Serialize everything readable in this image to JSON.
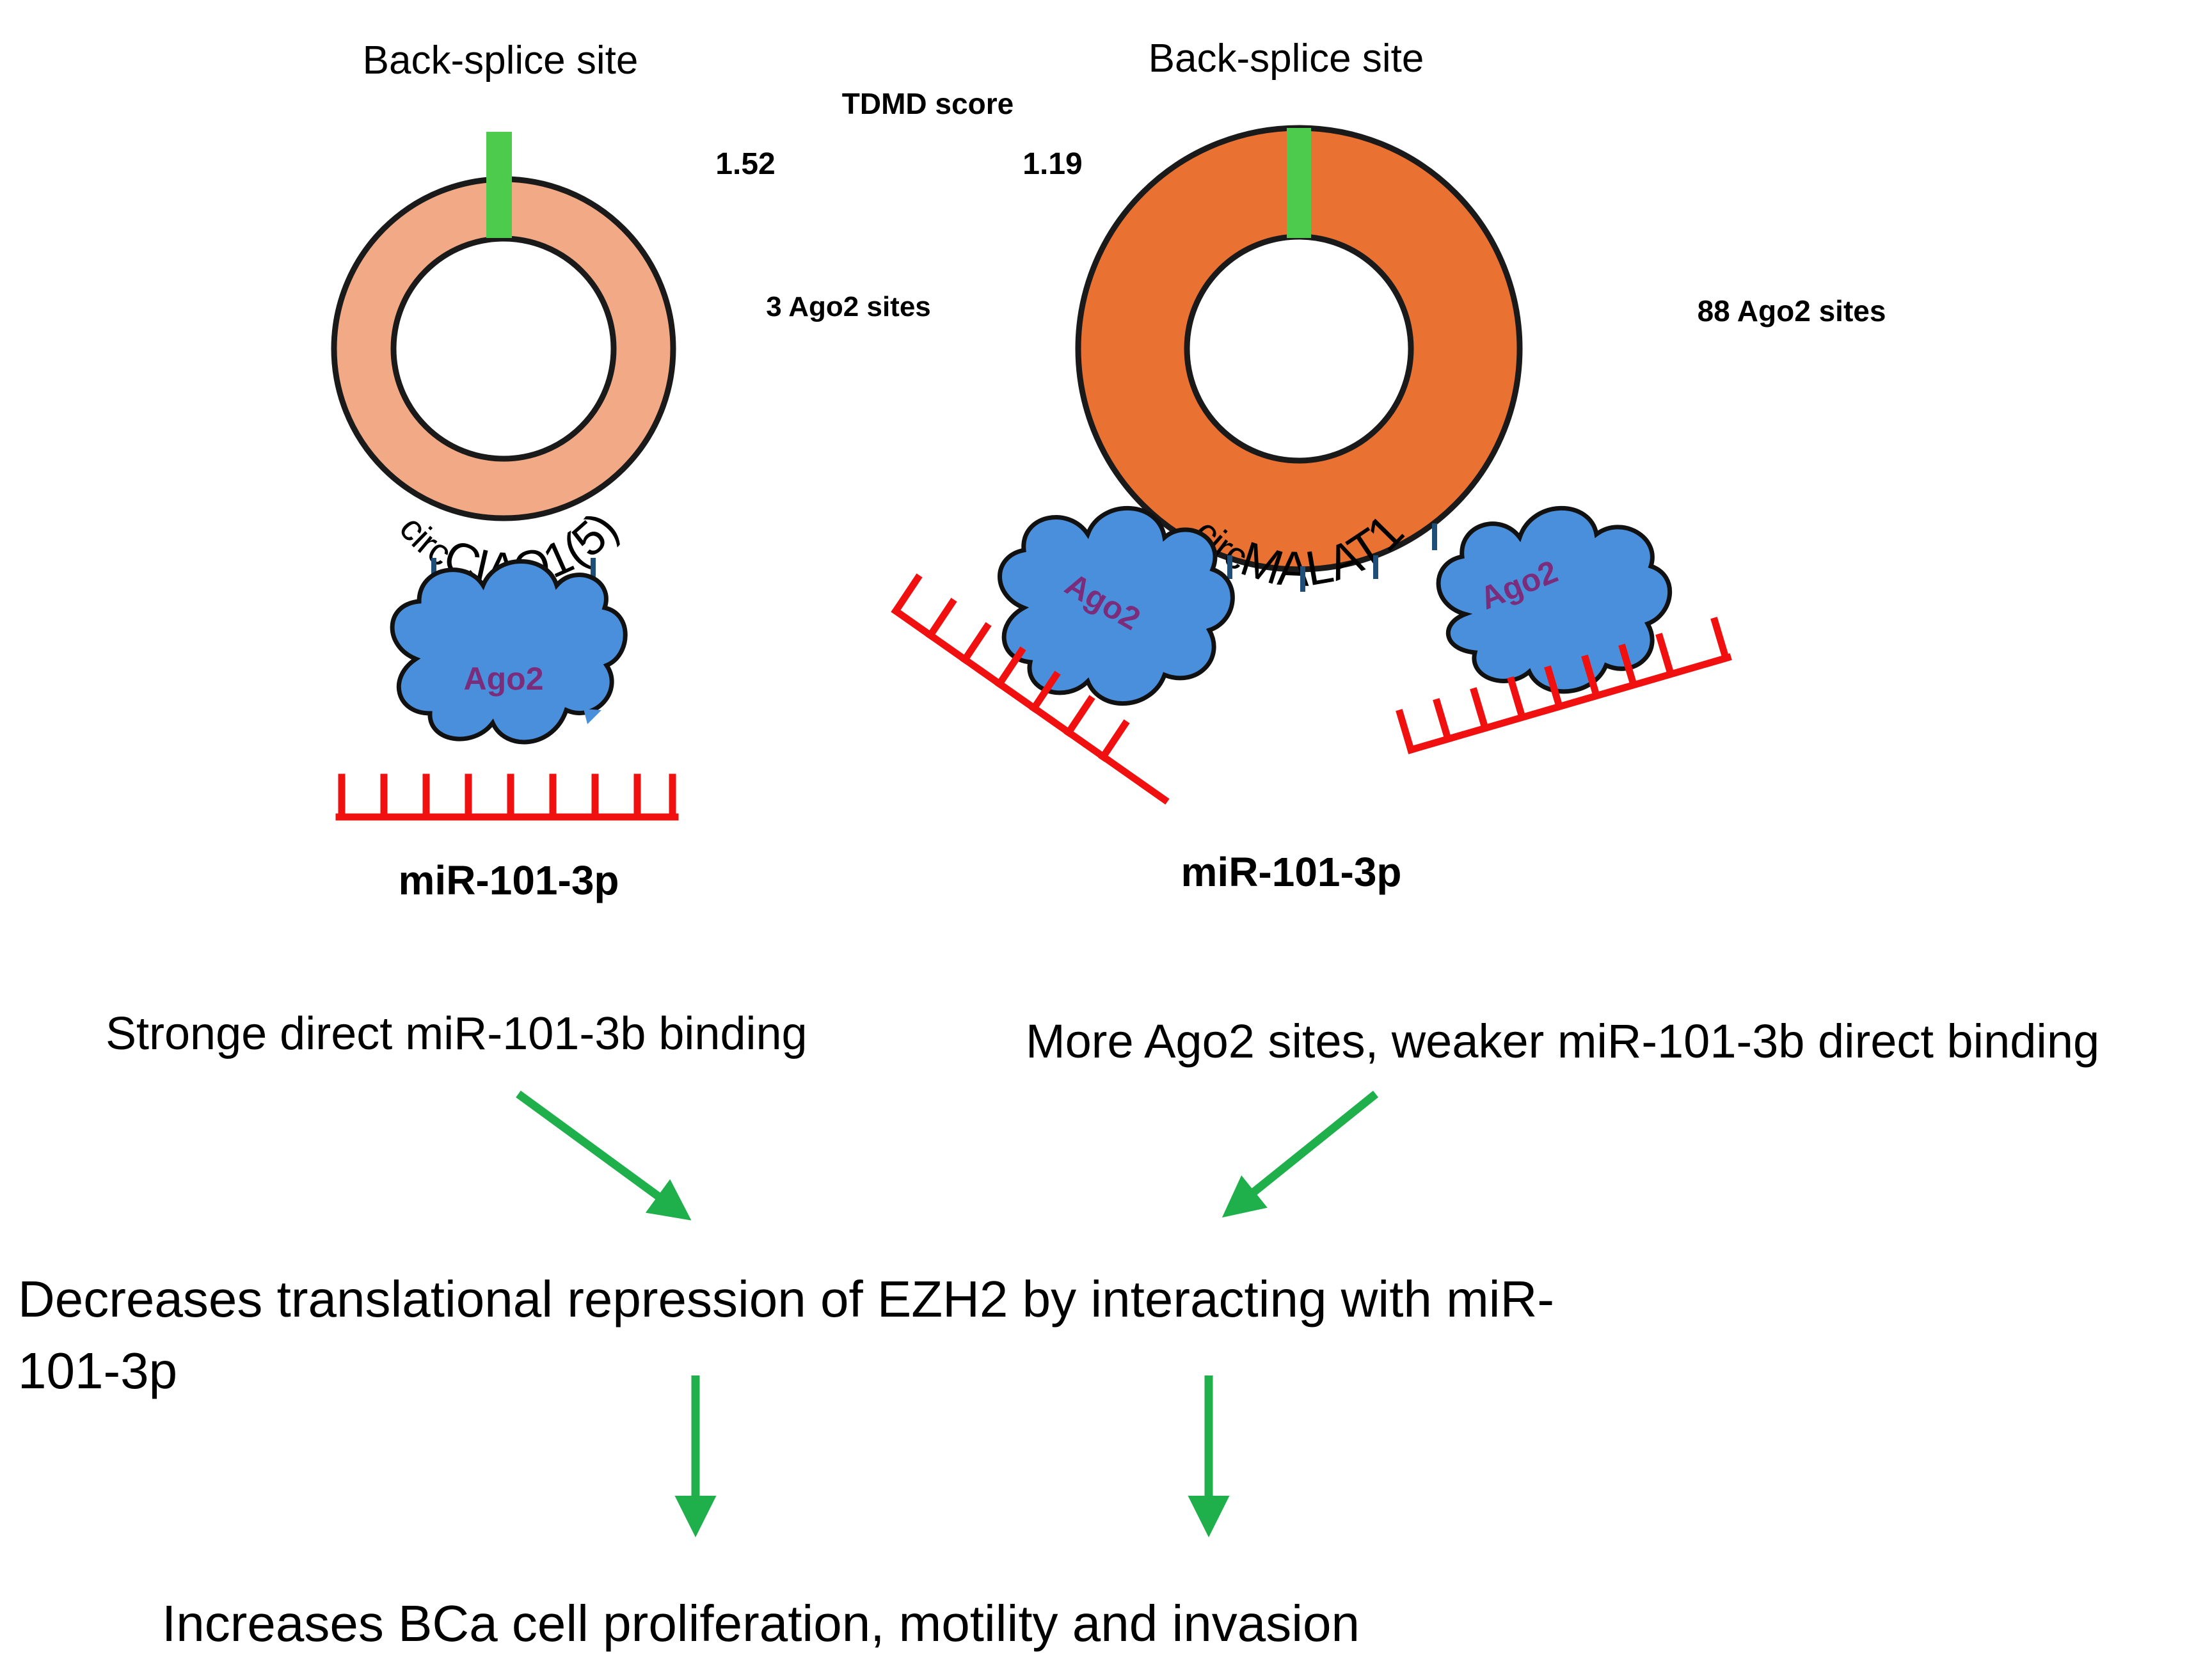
{
  "diagram": {
    "left": {
      "back_splice_label": "Back-splice site",
      "tdmd_value": "1.52",
      "ago2_sites": "3 Ago2 sites",
      "circ_prefix": "circ",
      "circ_name": "CIAO1(5)",
      "ago2_label": "Ago2",
      "mirna_label": "miR-101-3p",
      "binding_note": "Stronge direct miR-101-3b binding",
      "ring_color": "#F2AA86"
    },
    "right": {
      "back_splice_label": "Back-splice site",
      "tdmd_value": "1.19",
      "ago2_sites": "88 Ago2 sites",
      "circ_prefix": "circ",
      "circ_name": "MALAT1",
      "ago2_label_1": "Ago2",
      "ago2_label_2": "Ago2",
      "mirna_label": "miR-101-3p",
      "binding_note": "More Ago2 sites, weaker miR-101-3b direct binding",
      "ring_color": "#E97132"
    },
    "tdmd_label": "TDMD score",
    "effect_line_1": "Decreases translational repression of EZH2 by interacting with miR-",
    "effect_line_2": "101-3p",
    "outcome": "Increases BCa cell proliferation, motility and invasion",
    "colors": {
      "back_splice": "#4CCB4C",
      "ago2_fill": "#4A8FDB",
      "ago2_text": "#7B2D7B",
      "mirna": "#F01010",
      "arrow": "#1FB04C",
      "stub": "#1F4E79"
    }
  }
}
